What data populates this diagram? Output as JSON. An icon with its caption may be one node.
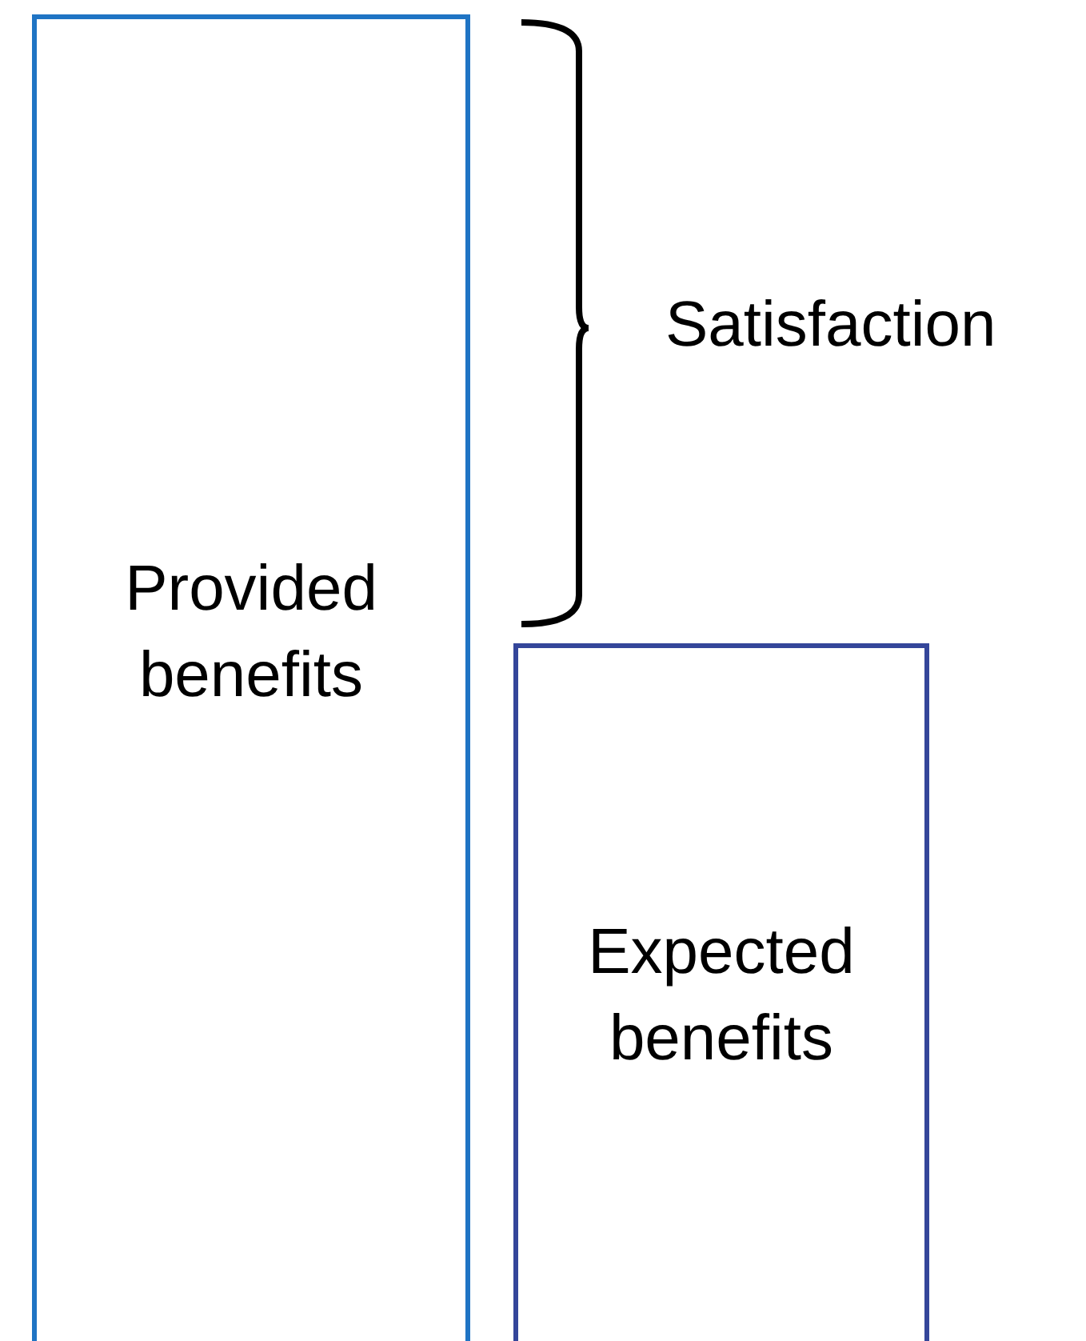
{
  "diagram": {
    "nodes": [
      {
        "text": [
          "Provided benefits"
        ]
      },
      {
        "text": [
          "Expected benefits"
        ]
      }
    ],
    "labels": [
      "Satisfaction"
    ]
  }
}
